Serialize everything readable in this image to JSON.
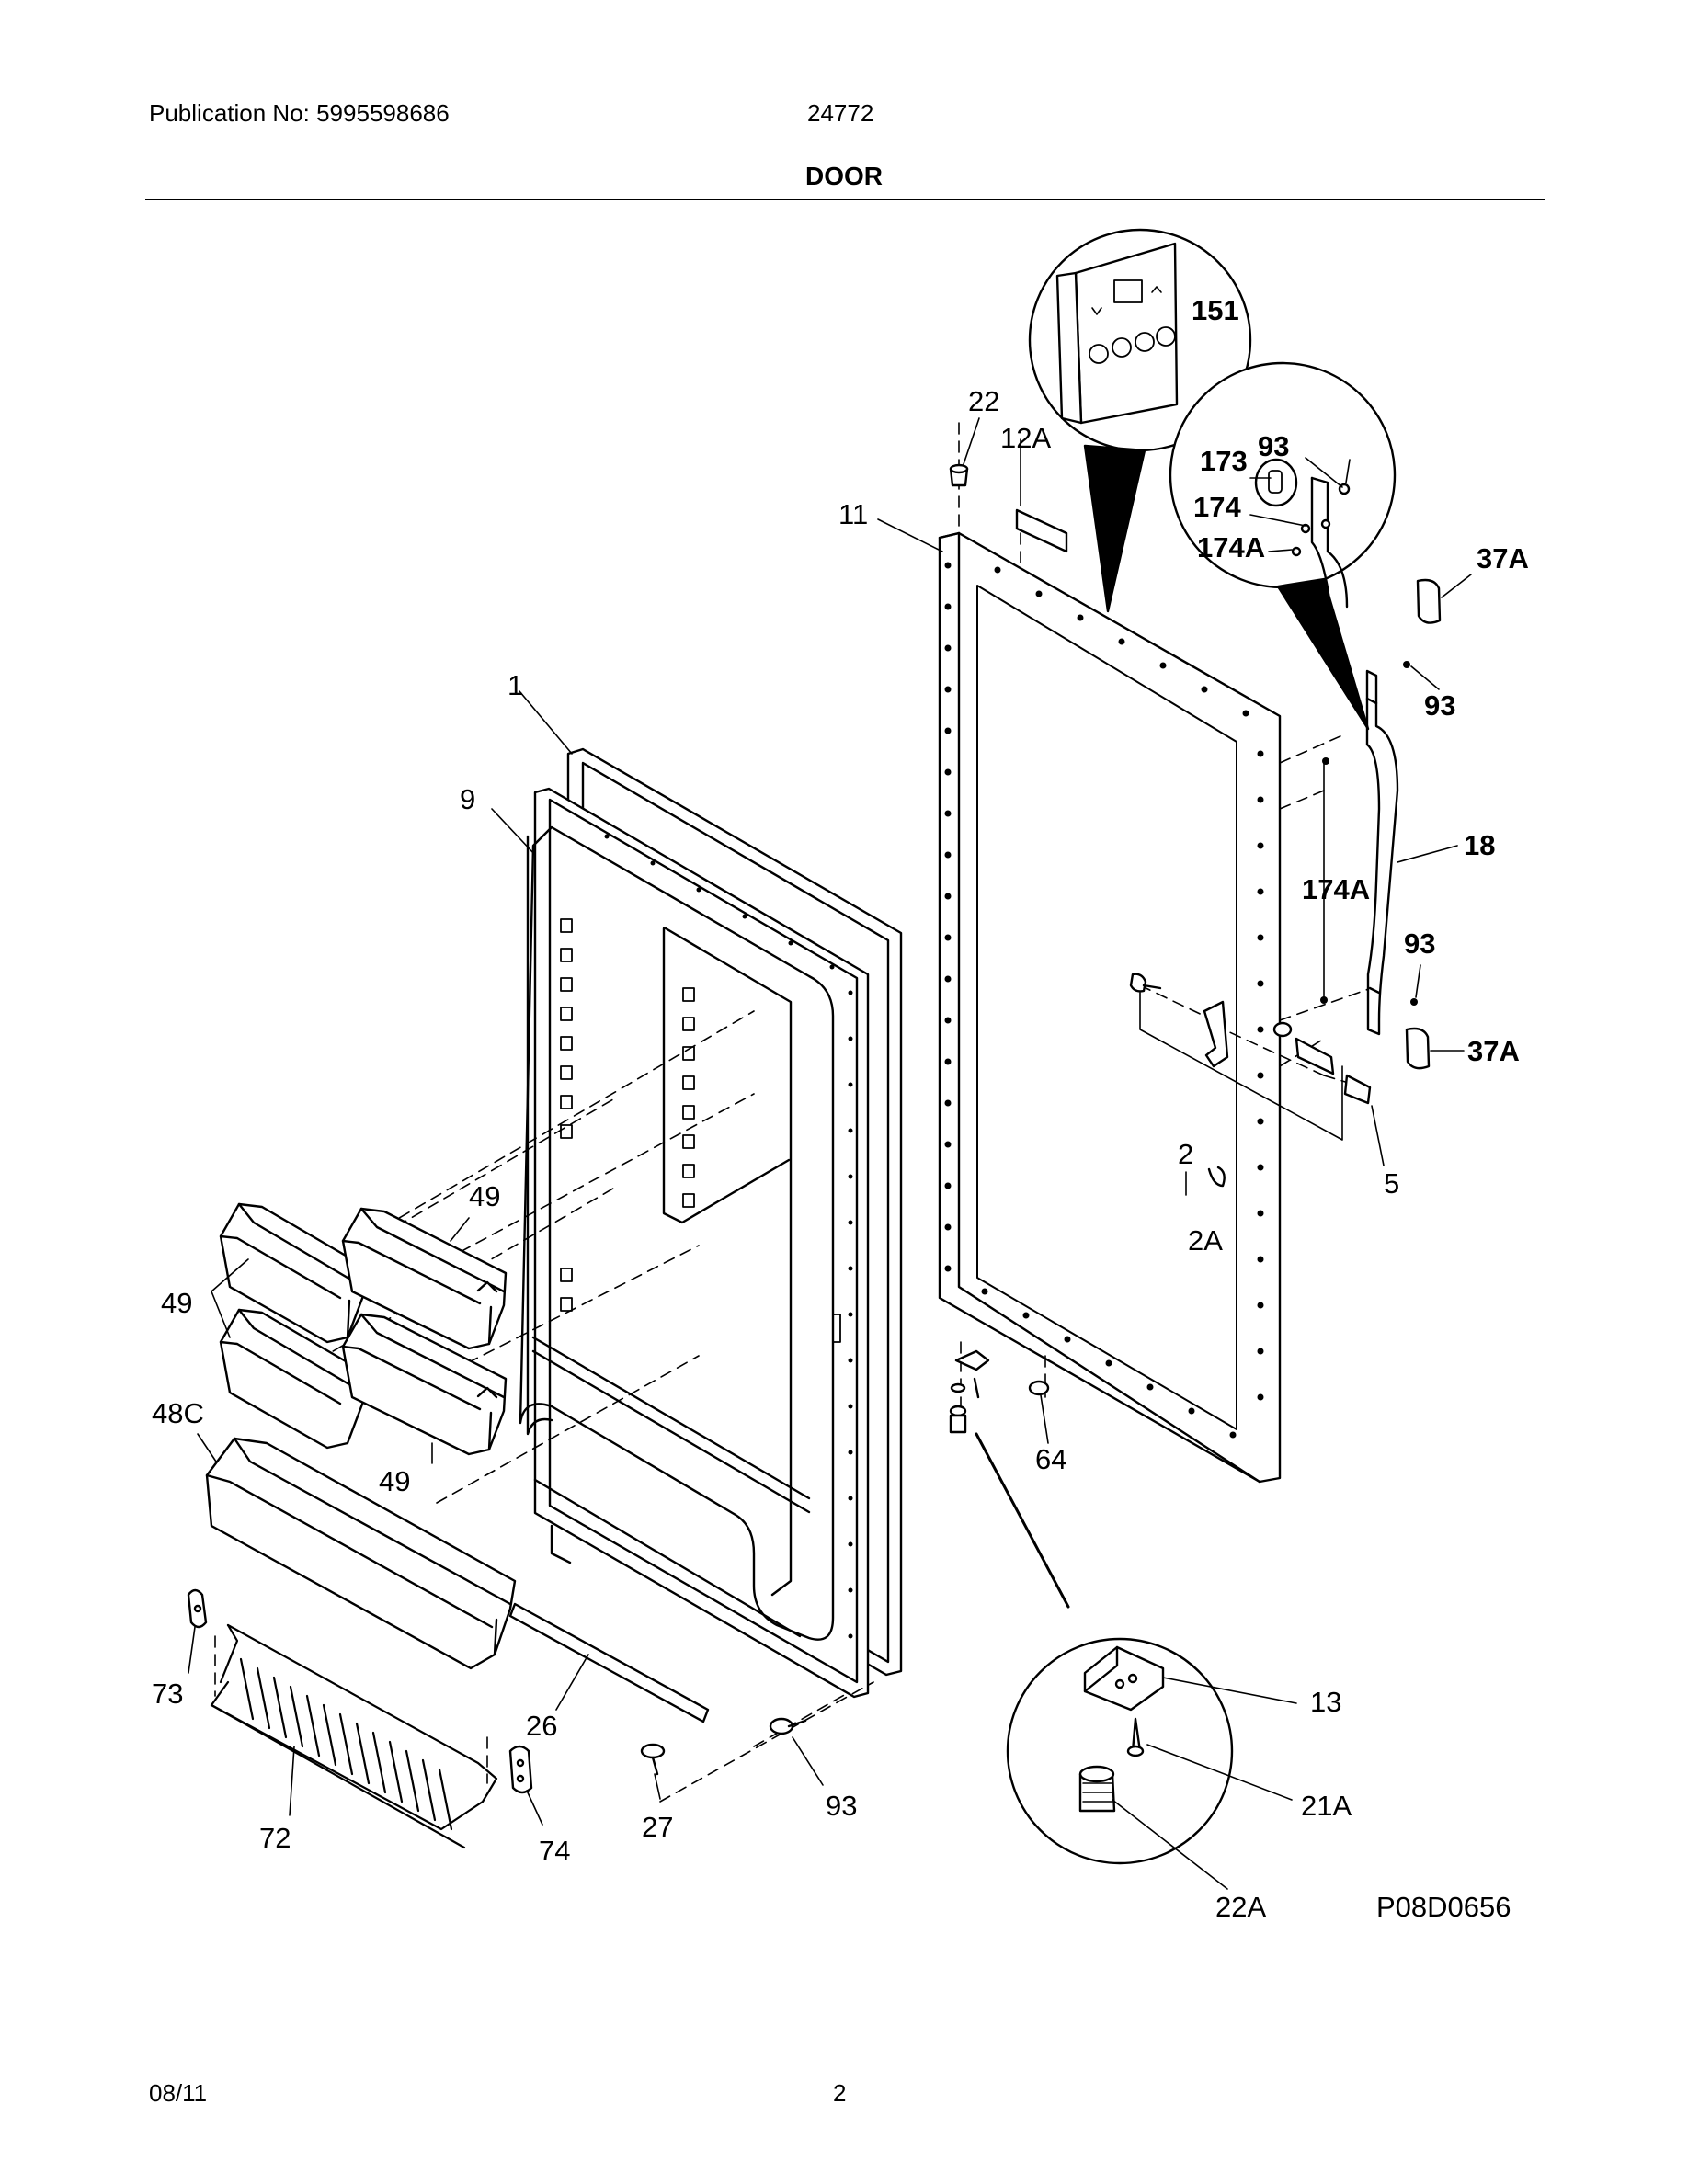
{
  "header": {
    "publication": "Publication No: 5995598686",
    "model": "24772",
    "section_title": "DOOR"
  },
  "footer": {
    "date": "08/11",
    "page": "2"
  },
  "diagram_code": "P08D0656",
  "part_labels": {
    "p1": "1",
    "p9": "9",
    "p11": "11",
    "p12A": "12A",
    "p22": "22",
    "p151": "151",
    "p173": "173",
    "p93_inset": "93",
    "p174": "174",
    "p174A_inset": "174A",
    "p37A_top": "37A",
    "p93_top": "93",
    "p18": "18",
    "p174A": "174A",
    "p93_mid": "93",
    "p37A_bottom": "37A",
    "p2": "2",
    "p5": "5",
    "p2A": "2A",
    "p49_a": "49",
    "p49_b": "49",
    "p49_c": "49",
    "p48C": "48C",
    "p64": "64",
    "p13": "13",
    "p21A": "21A",
    "p22A": "22A",
    "p26": "26",
    "p27": "27",
    "p93_bottom": "93",
    "p73": "73",
    "p72": "72",
    "p74": "74"
  }
}
